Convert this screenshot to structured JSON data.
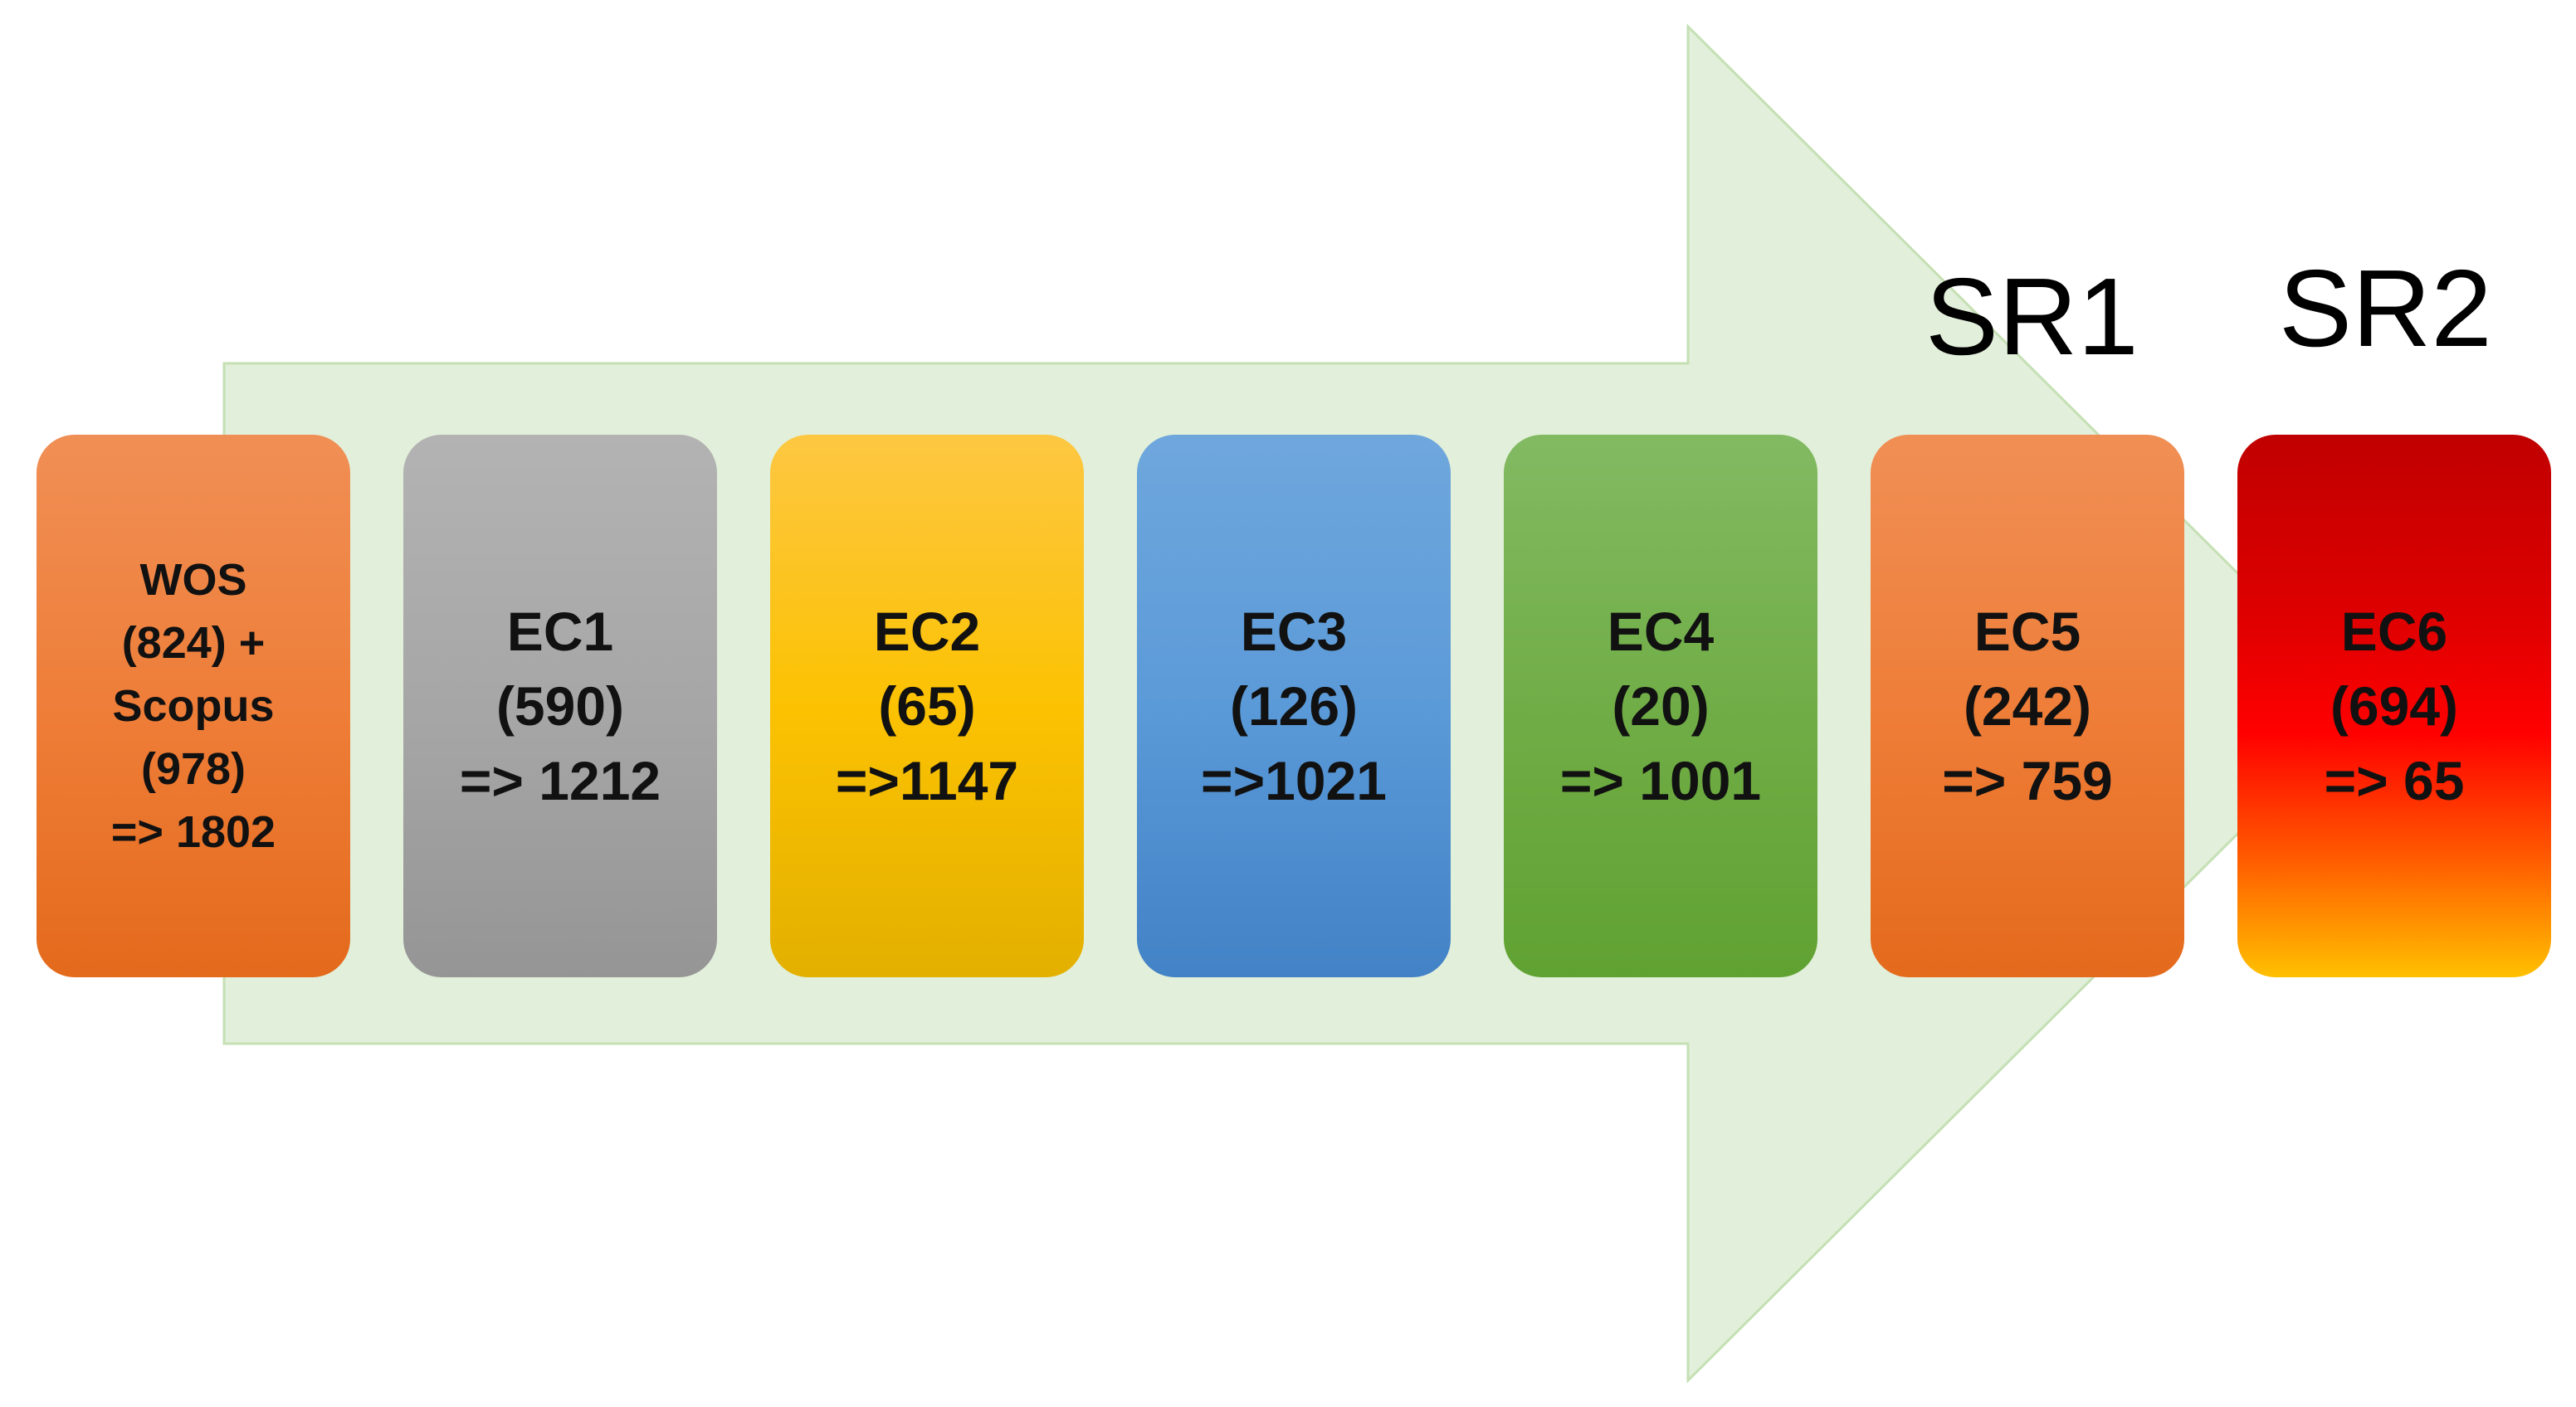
{
  "colors": {
    "arrow_fill": "#e2efda",
    "arrow_stroke": "#c5e0b4"
  },
  "stage_labels": [
    "SR1",
    "SR2"
  ],
  "boxes": [
    {
      "lines": [
        "WOS",
        "(824) +",
        "Scopus",
        "(978)",
        "=> 1802"
      ],
      "color": "#ee7c36"
    },
    {
      "lines": [
        "EC1",
        "(590)",
        "=> 1212"
      ],
      "color": "#a5a5a5"
    },
    {
      "lines": [
        "EC2",
        "(65)",
        "=>1147"
      ],
      "color": "#fcc202"
    },
    {
      "lines": [
        "EC3",
        "(126)",
        "=>1021"
      ],
      "color": "#5b9ad8"
    },
    {
      "lines": [
        "EC4",
        "(20)",
        "=> 1001"
      ],
      "color": "#71ad47"
    },
    {
      "lines": [
        "EC5",
        "(242)",
        "=> 759"
      ],
      "color": "#ee7c36"
    },
    {
      "lines": [
        "EC6",
        "(694)",
        "=> 65"
      ],
      "color": "#ff0000"
    }
  ]
}
